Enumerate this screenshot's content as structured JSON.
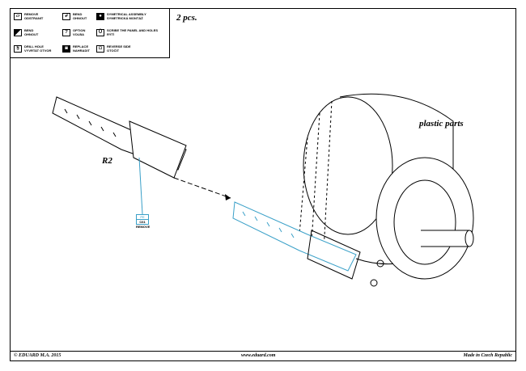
{
  "legend": [
    {
      "icon": "remove-icon",
      "line1": "REMOVE",
      "line2": "ODSTRANIT"
    },
    {
      "icon": "bend-icon",
      "line1": "BEND",
      "line2": "OHNOUT"
    },
    {
      "icon": "symmetrical-assembly-icon",
      "line1": "SYMETRICAL ASSEMBLY",
      "line2": "SYMETRICKÁ MONTÁŽ"
    },
    {
      "icon": "bend-gradual-icon",
      "line1": "BEND",
      "line2": "OHNOUT"
    },
    {
      "icon": "option-icon",
      "glyph": "?",
      "line1": "OPTION",
      "line2": "VOLBA"
    },
    {
      "icon": "scribe-icon",
      "glyph": "Ü",
      "line1": "SCRIBE THE PANEL AND HOLES",
      "line2": "RÝTÍ"
    },
    {
      "icon": "drill-hole-icon",
      "glyph": "§",
      "line1": "DRILL HOLE",
      "line2": "VYVRTAT OTVOR"
    },
    {
      "icon": "replace-icon",
      "glyph": "◙",
      "line1": "REPLACE",
      "line2": "NAHRADIT"
    },
    {
      "icon": "reverse-side-icon",
      "glyph": "◘",
      "line1": "REVERSE SIDE",
      "line2": "OTOČIT"
    }
  ],
  "quantity": "2 pcs.",
  "part_label": "R2",
  "plastic_label": "plastic parts",
  "pe_part": {
    "top": "PE",
    "number": "C61",
    "note": "REMOVE"
  },
  "footer": {
    "copyright": "© EDUARD M.A. 2015",
    "url": "www.eduard.com",
    "origin": "Made in Czech Republic"
  },
  "colors": {
    "pe": "#3aa0c8",
    "line": "#000000"
  }
}
